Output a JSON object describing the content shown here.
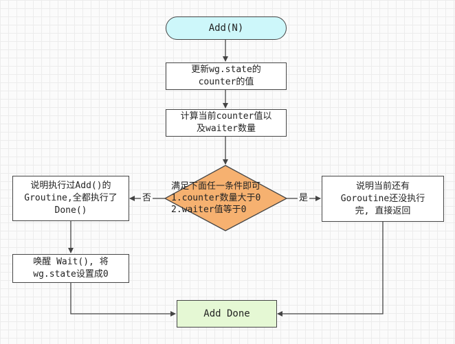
{
  "nodes": {
    "start": "Add(N)",
    "update_line1": "更新wg.state的",
    "update_line2": "counter的值",
    "calc_line1": "计算当前counter值以",
    "calc_line2": "及waiter数量",
    "decision_line1": "满足下面任一条件即可",
    "decision_line2": "1.counter数量大于0",
    "decision_line3": "2.waiter值等于0",
    "left_line1": "说明执行过Add()的",
    "left_line2": "Groutine,全都执行了",
    "left_line3": "Done()",
    "right_line1": "说明当前还有",
    "right_line2": "Goroutine还没执行",
    "right_line3": "完, 直接返回",
    "wake_line1": "唤醒 Wait(), 将",
    "wake_line2": "wg.state设置成0",
    "end": "Add Done"
  },
  "edges": {
    "no_label": "否",
    "yes_label": "是"
  },
  "colors": {
    "start_fill": "#cdf7fa",
    "decision_fill": "#f6b170",
    "end_fill": "#e5f8d4",
    "stroke": "#444444"
  }
}
